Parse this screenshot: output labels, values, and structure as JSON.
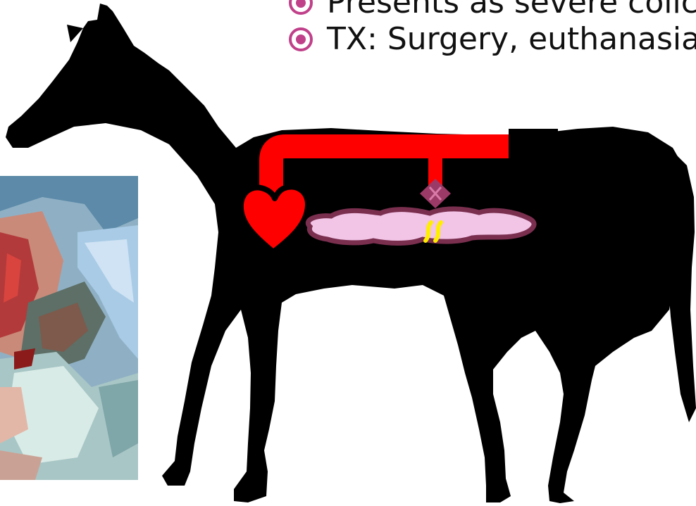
{
  "bullets": [
    {
      "text": "Presents as severe colic"
    },
    {
      "text": "TX: Surgery, euthanasia"
    }
  ],
  "photo": {
    "icon": "surgical-photo"
  },
  "diagram": {
    "icons": [
      "horse-silhouette-icon",
      "heart-icon",
      "intestine-icon",
      "blockage-x-icon",
      "gas-icon",
      "aorta-vessel",
      "black-box-icon"
    ],
    "colors": {
      "vessel": "#ff0000",
      "heart": "#ff0000",
      "intestine": "#f2c4e6",
      "intestine_outline": "#7a2f4f",
      "blockage": "#9b3a66",
      "gas": "#ffee00",
      "bullet": "#c0408a"
    }
  }
}
